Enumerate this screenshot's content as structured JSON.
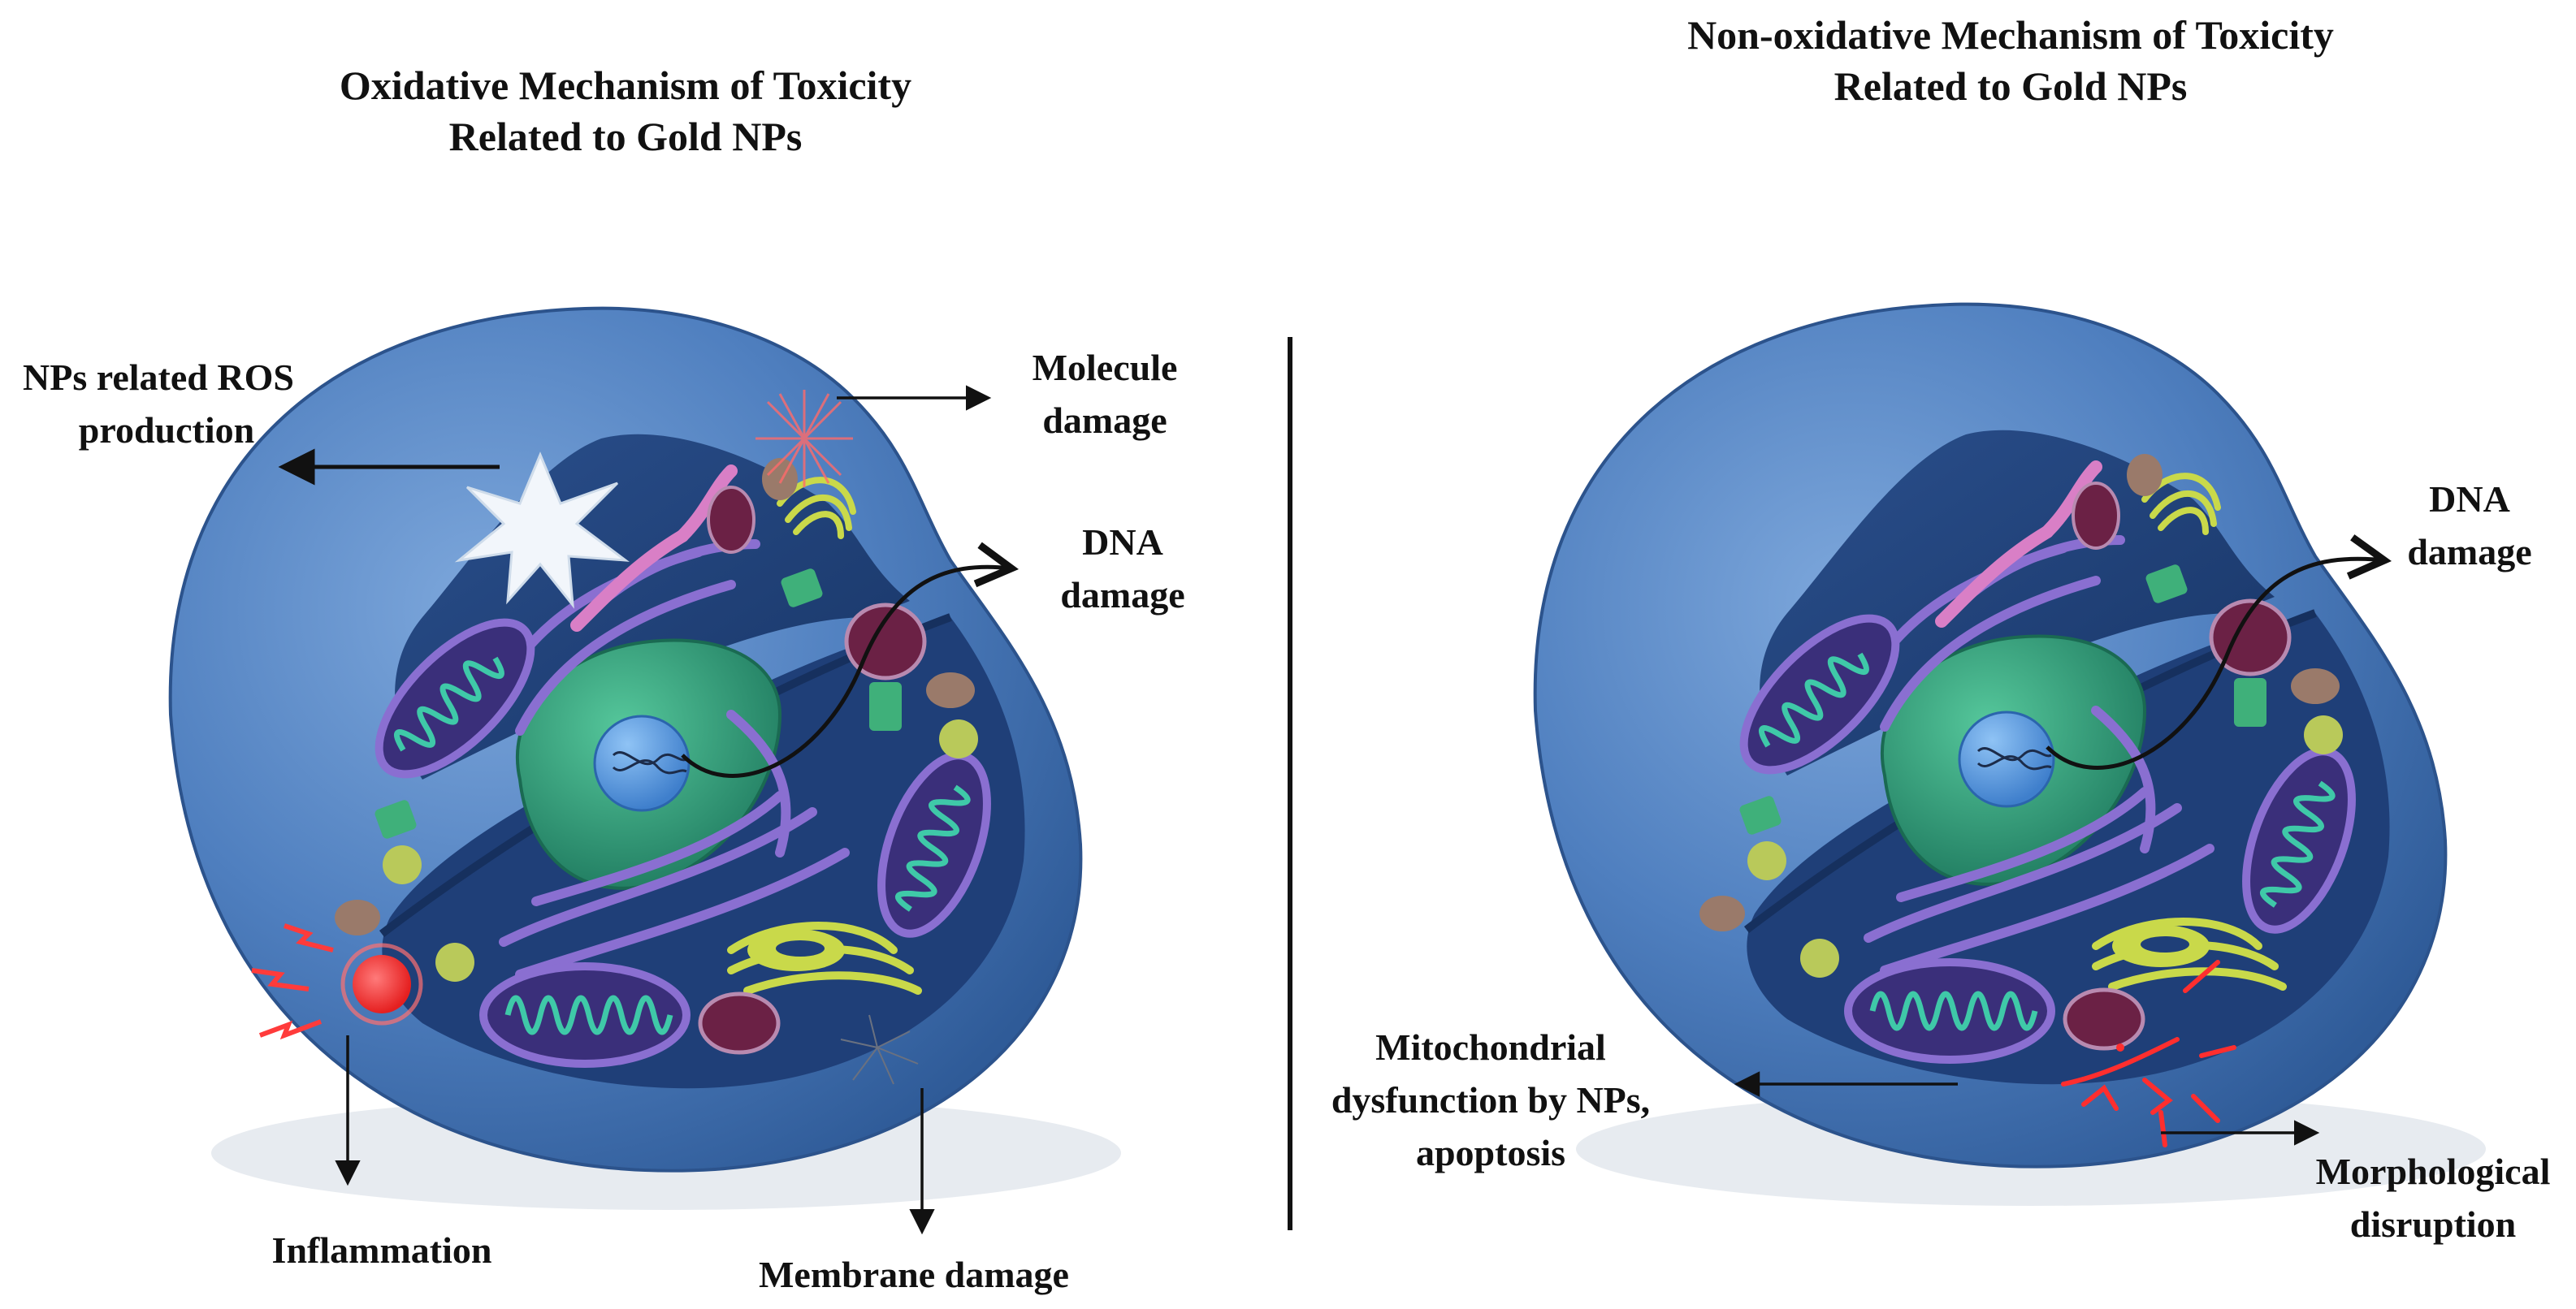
{
  "left_panel": {
    "title_line1": "Oxidative Mechanism of Toxicity",
    "title_line2": "Related to Gold NPs",
    "labels": {
      "ros_line1": "NPs related ROS",
      "ros_line2": "production",
      "molecule_line1": "Molecule",
      "molecule_line2": "damage",
      "dna_line1": "DNA",
      "dna_line2": "damage",
      "inflammation": "Inflammation",
      "membrane": "Membrane damage"
    }
  },
  "right_panel": {
    "title_line1": "Non-oxidative Mechanism of Toxicity",
    "title_line2": "Related to Gold NPs",
    "labels": {
      "dna_line1": "DNA",
      "dna_line2": "damage",
      "mito_line1": "Mitochondrial",
      "mito_line2": "dysfunction by NPs,",
      "mito_line3": "apoptosis",
      "morph_line1": "Morphological",
      "morph_line2": "disruption"
    }
  },
  "colors": {
    "cell_outer": "#4f7fbf",
    "cell_inner": "#1f3f78",
    "nucleus": "#2f9a78",
    "nucleolus": "#5b9be0",
    "er": "#8a6fd1",
    "mitochondria": "#7a5fc4",
    "cristae": "#3fc9a8",
    "golgi": "#c9d94a",
    "lysosome": "#6b2145",
    "ros_burst": "#f2f6fb",
    "damage_red": "#ff3b3b"
  }
}
